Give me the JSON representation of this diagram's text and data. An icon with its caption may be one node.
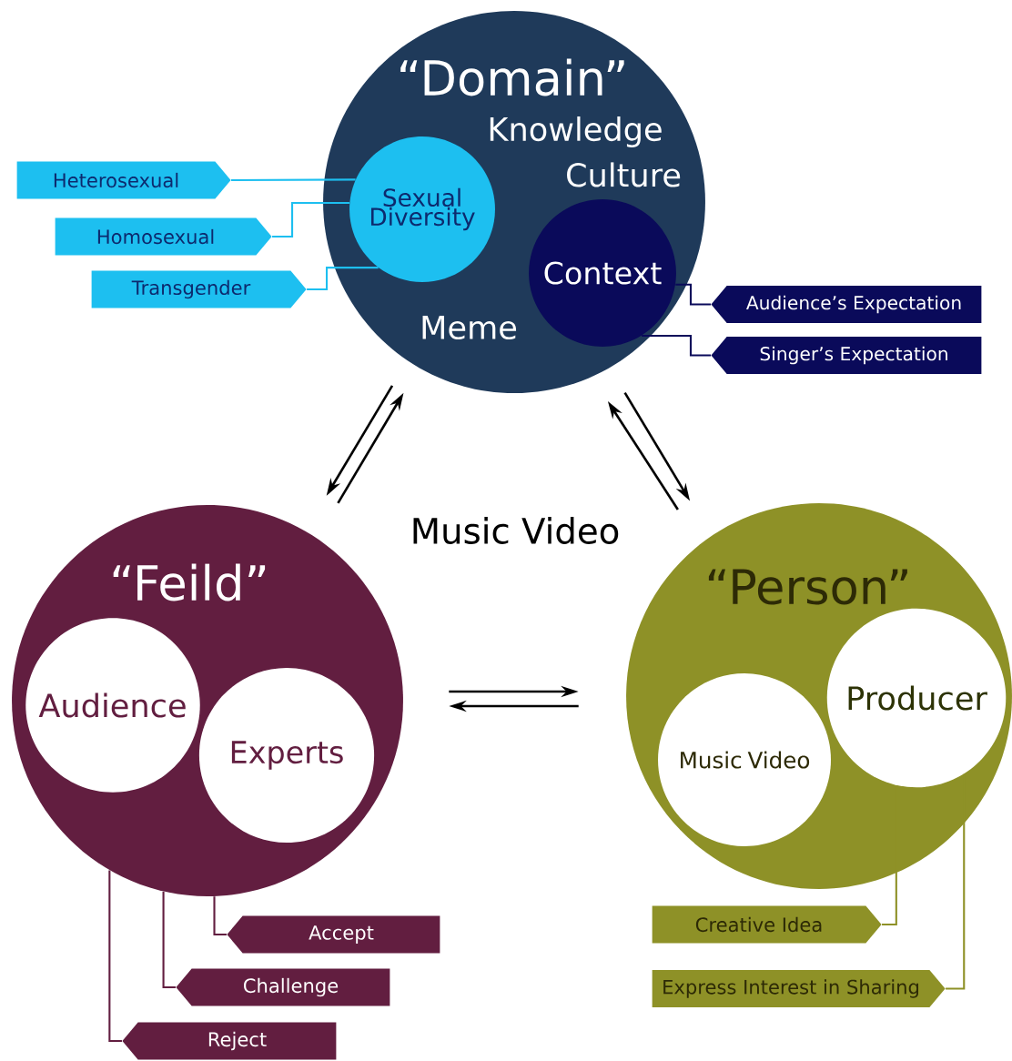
{
  "diagram": {
    "nodes": [
      {
        "text": [
          "“Domain”",
          "Knowledge",
          "Culture",
          "Meme"
        ]
      },
      {
        "text": [
          "Sexual Diversity"
        ],
        "in": 0
      },
      {
        "text": [
          "Context"
        ],
        "in": 0
      },
      {
        "text": [
          "Heterosexual"
        ]
      },
      {
        "text": [
          "Homosexual"
        ]
      },
      {
        "text": [
          "Transgender"
        ]
      },
      {
        "text": [
          "Audience’s Expectation"
        ]
      },
      {
        "text": [
          "Singer’s Expectation"
        ]
      },
      {
        "text": [
          "“Feild”"
        ]
      },
      {
        "text": [
          "Audience"
        ],
        "in": 8
      },
      {
        "text": [
          "Experts"
        ],
        "in": 8
      },
      {
        "text": [
          "Accept"
        ]
      },
      {
        "text": [
          "Challenge"
        ]
      },
      {
        "text": [
          "Reject"
        ]
      },
      {
        "text": [
          "“Person”"
        ]
      },
      {
        "text": [
          "Music Video"
        ],
        "in": 14
      },
      {
        "text": [
          "Producer"
        ],
        "in": 14
      },
      {
        "text": [
          "Creative Idea"
        ]
      },
      {
        "text": [
          "Express Interest in Sharing"
        ]
      }
    ],
    "edges": [
      {
        "from": 0,
        "to": 8,
        "arrow": "to"
      },
      {
        "from": 8,
        "to": 0,
        "arrow": "to"
      },
      {
        "from": 0,
        "to": 14,
        "arrow": "to"
      },
      {
        "from": 14,
        "to": 0,
        "arrow": "to"
      },
      {
        "from": 8,
        "to": 14,
        "arrow": "to"
      },
      {
        "from": 14,
        "to": 8,
        "arrow": "to"
      },
      {
        "from": 3,
        "to": 1,
        "arrow": "none",
        "color": "#1dbff0"
      },
      {
        "from": 4,
        "to": 1,
        "arrow": "none",
        "color": "#1dbff0"
      },
      {
        "from": 5,
        "to": 1,
        "arrow": "none",
        "color": "#1dbff0"
      },
      {
        "from": 2,
        "to": 6,
        "arrow": "none",
        "color": "#0a0a5a"
      },
      {
        "from": 2,
        "to": 7,
        "arrow": "none",
        "color": "#0a0a5a"
      },
      {
        "from": 8,
        "to": 11,
        "arrow": "none",
        "color": "#621e40"
      },
      {
        "from": 8,
        "to": 12,
        "arrow": "none",
        "color": "#621e40"
      },
      {
        "from": 8,
        "to": 13,
        "arrow": "none",
        "color": "#621e40"
      },
      {
        "from": 16,
        "to": 17,
        "arrow": "none",
        "color": "#8e9127"
      },
      {
        "from": 16,
        "to": 18,
        "arrow": "none",
        "color": "#8e9127"
      }
    ],
    "labels": [
      "Music Video"
    ]
  }
}
